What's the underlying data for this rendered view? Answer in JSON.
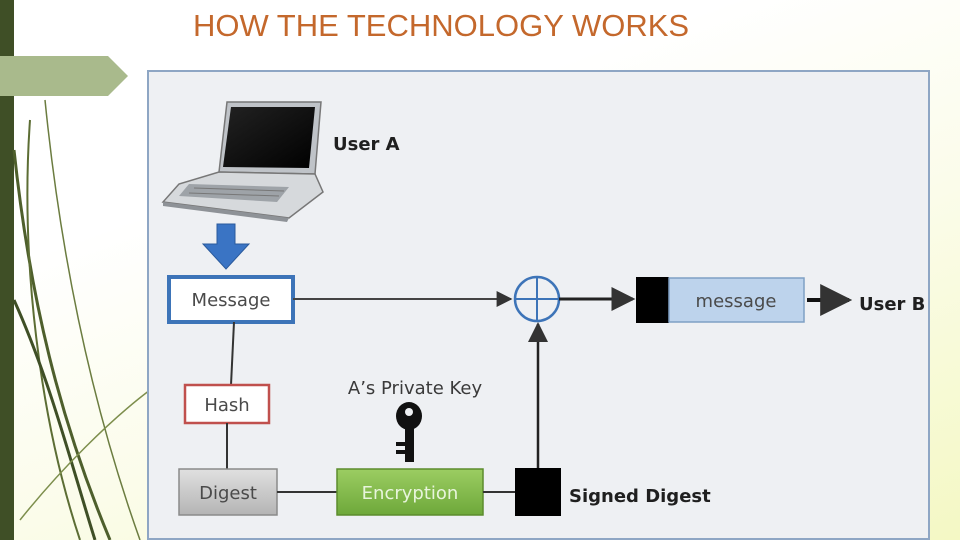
{
  "slide": {
    "title": "HOW THE TECHNOLOGY WORKS"
  },
  "diagram": {
    "user_a": "User A",
    "message_box": "Message",
    "hash_box": "Hash",
    "digest_box": "Digest",
    "private_key_label": "A’s Private Key",
    "encryption_box": "Encryption",
    "signed_digest_label": "Signed Digest",
    "output_message": "message",
    "user_b": "User B"
  },
  "colors": {
    "title": "#c4682c",
    "message_border": "#3d74b8",
    "hash_border": "#c0504d",
    "encryption_fill": "#7fb947",
    "output_fill": "#bdd3ec",
    "arrow_blue": "#3a74c4"
  }
}
